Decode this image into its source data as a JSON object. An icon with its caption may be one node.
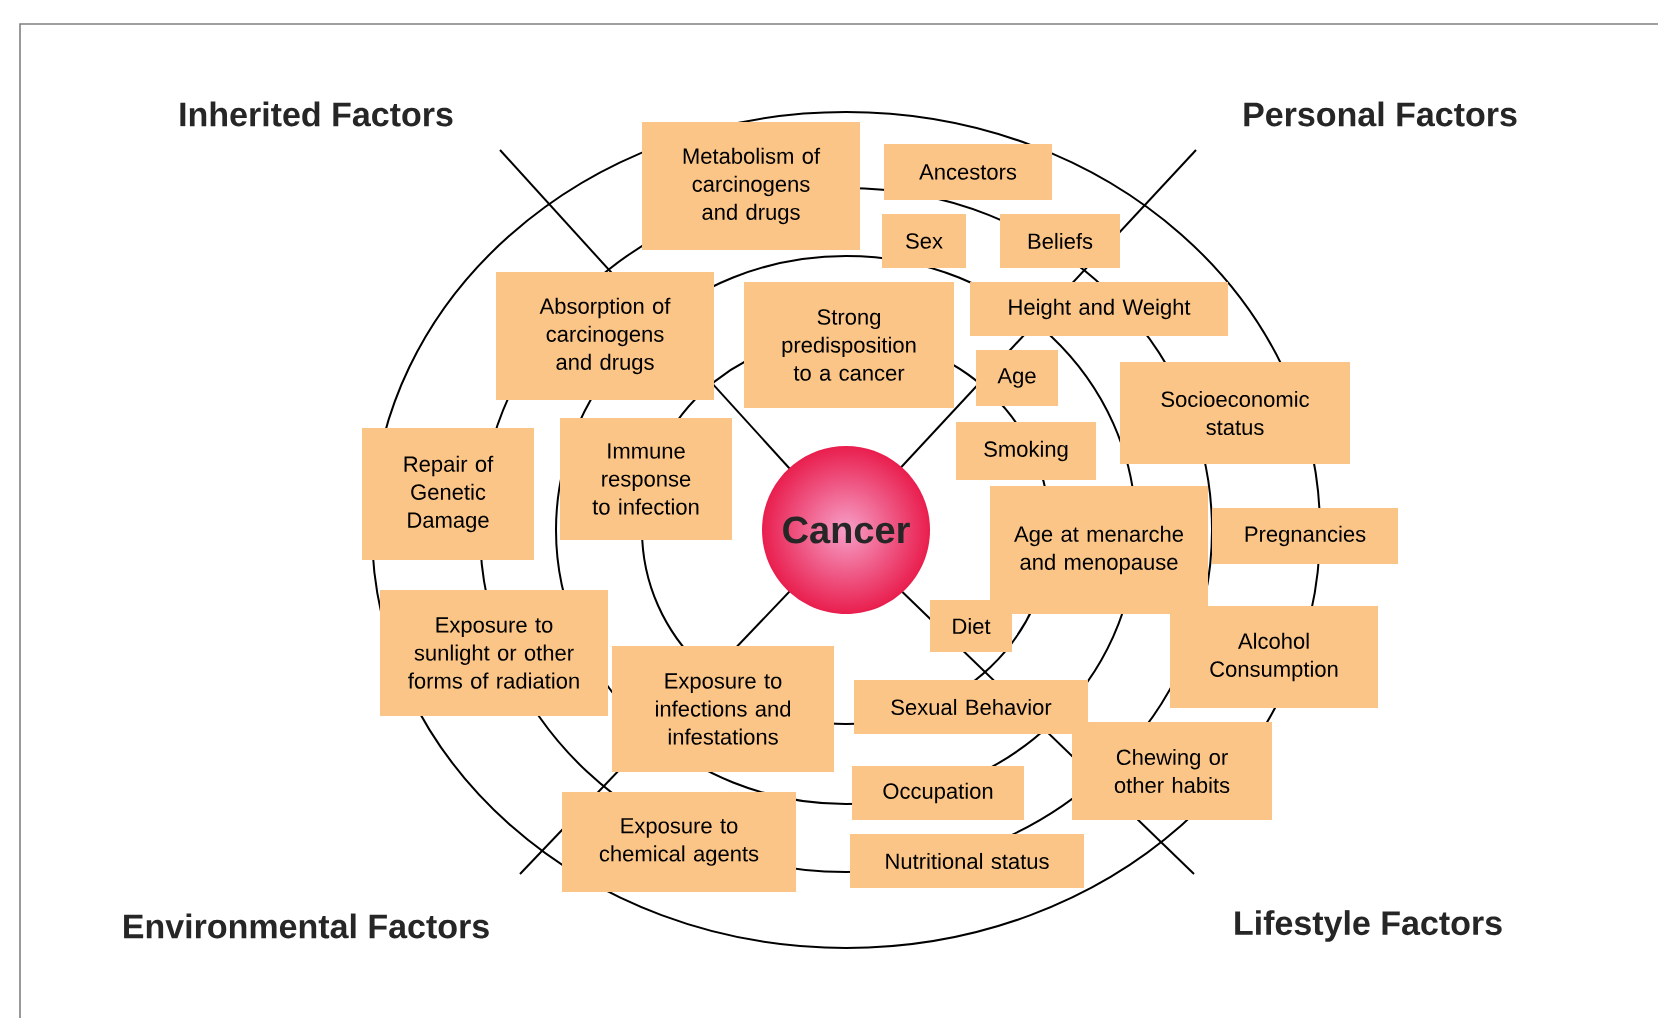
{
  "diagram": {
    "nodes": [
      {
        "text": [
          "Metabolism of carcinogens and drugs"
        ]
      },
      {
        "text": [
          "Ancestors"
        ]
      },
      {
        "text": [
          "Sex"
        ]
      },
      {
        "text": [
          "Beliefs"
        ]
      },
      {
        "text": [
          "Absorption of carcinogens and drugs"
        ]
      },
      {
        "text": [
          "Strong predisposition to a cancer"
        ]
      },
      {
        "text": [
          "Height and Weight"
        ]
      },
      {
        "text": [
          "Age"
        ]
      },
      {
        "text": [
          "Socioeconomic status"
        ]
      },
      {
        "text": [
          "Smoking"
        ]
      },
      {
        "text": [
          "Repair of Genetic Damage"
        ]
      },
      {
        "text": [
          "Immune response to infection"
        ]
      },
      {
        "text": [
          "Cancer"
        ]
      },
      {
        "text": [
          "Age at menarche and menopause"
        ]
      },
      {
        "text": [
          "Pregnancies"
        ]
      },
      {
        "text": [
          "Diet"
        ]
      },
      {
        "text": [
          "Exposure to sunlight or other forms of radiation"
        ]
      },
      {
        "text": [
          "Alcohol Consumption"
        ]
      },
      {
        "text": [
          "Exposure to infections and infestations"
        ]
      },
      {
        "text": [
          "Sexual Behavior"
        ]
      },
      {
        "text": [
          "Chewing or other habits"
        ]
      },
      {
        "text": [
          "Occupation"
        ]
      },
      {
        "text": [
          "Exposure to chemical agents"
        ]
      },
      {
        "text": [
          "Nutritional status"
        ]
      }
    ],
    "labels": [
      "Inherited Factors",
      "Personal Factors",
      "Environmental Factors",
      "Lifestyle Factors"
    ]
  }
}
